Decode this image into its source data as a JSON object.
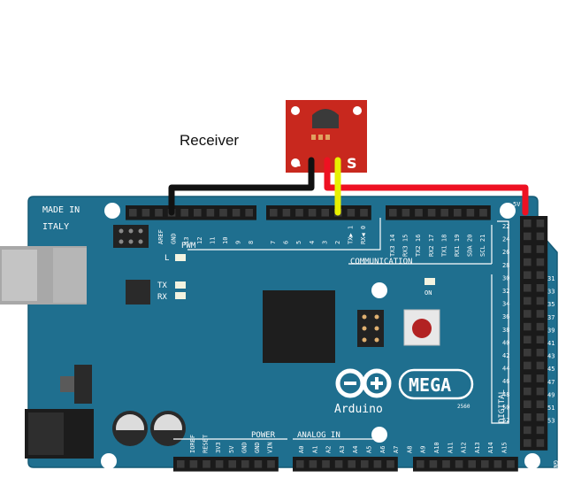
{
  "caption": "Receiver",
  "module": {
    "pin_minus": "-",
    "pin_signal": "S",
    "color": "#c8281e"
  },
  "board": {
    "made_in_1": "MADE IN",
    "made_in_2": "ITALY",
    "pwm": "PWM",
    "communication": "COMMUNICATION",
    "on": "ON",
    "led_l": "L",
    "led_tx": "TX",
    "led_rx": "RX",
    "logo_brand": "Arduino",
    "logo_model": "MEGA",
    "model_number": "2560",
    "power_label": "POWER",
    "analog_label": "ANALOG IN",
    "digital_label": "DIGITAL",
    "pwm_pins": [
      "AREF",
      "GND",
      "13",
      "12",
      "11",
      "10",
      "9",
      "8"
    ],
    "pwm_pins2": [
      "7",
      "6",
      "5",
      "4",
      "3",
      "2",
      "TX▶ 1",
      "RX◀ 0"
    ],
    "comm_pins": [
      "TX3 14",
      "RX3 15",
      "TX2 16",
      "RX2 17",
      "TX1 18",
      "RX1 19",
      "SDA 20",
      "SCL 21"
    ],
    "power_pins": [
      "IOREF",
      "RESET",
      "3V3",
      "5V",
      "GND",
      "GND",
      "VIN"
    ],
    "analog_pins": [
      "A0",
      "A1",
      "A2",
      "A3",
      "A4",
      "A5",
      "A6",
      "A7",
      "A8",
      "A9",
      "A10",
      "A11",
      "A12",
      "A13",
      "A14",
      "A15"
    ],
    "digital_left": [
      "22",
      "24",
      "26",
      "28",
      "30",
      "32",
      "34",
      "36",
      "38",
      "40",
      "42",
      "44",
      "46",
      "48",
      "50",
      "52"
    ],
    "digital_right": [
      "31",
      "33",
      "35",
      "37",
      "39",
      "41",
      "43",
      "45",
      "47",
      "49",
      "51",
      "53"
    ],
    "v5": "5V",
    "gnd": "GND",
    "color": "#1f6f8f"
  },
  "wires": {
    "gnd_color": "#111111",
    "vcc_color": "#ee1122",
    "signal_color": "#e8f000"
  }
}
